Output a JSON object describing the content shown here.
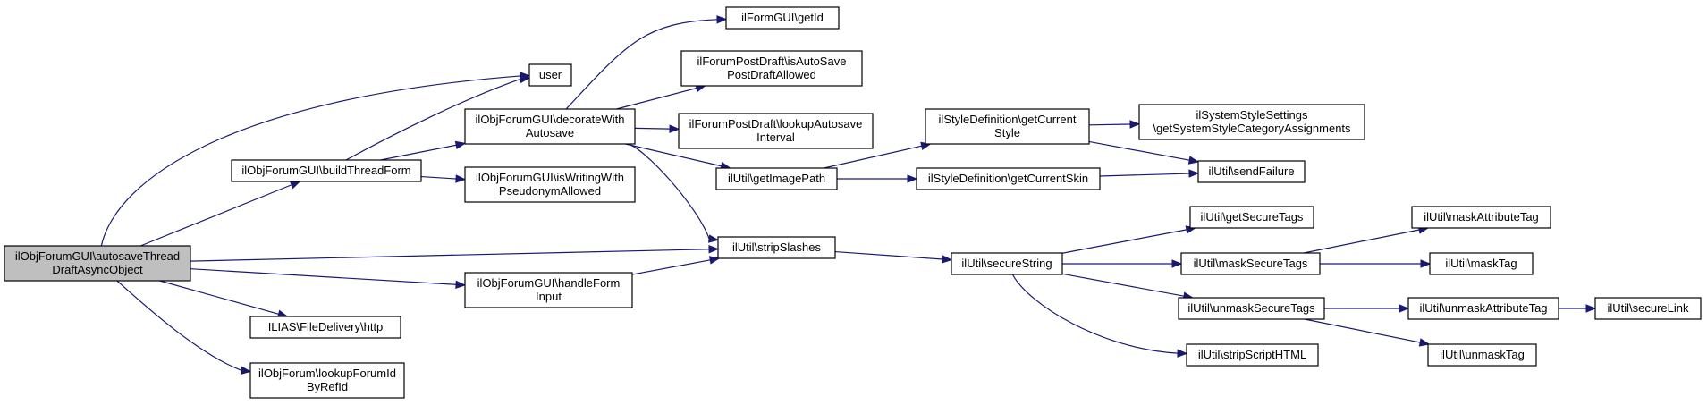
{
  "nodes": [
    {
      "id": "root",
      "lines": [
        "ilObjForumGUI\\autosaveThread",
        "DraftAsyncObject"
      ],
      "root": true
    },
    {
      "id": "user",
      "lines": [
        "user"
      ]
    },
    {
      "id": "buildThreadForm",
      "lines": [
        "ilObjForumGUI\\buildThreadForm"
      ]
    },
    {
      "id": "decorateWithAutosave",
      "lines": [
        "ilObjForumGUI\\decorateWith",
        "Autosave"
      ]
    },
    {
      "id": "isWritingWithPseudonymAllowed",
      "lines": [
        "ilObjForumGUI\\isWritingWith",
        "PseudonymAllowed"
      ]
    },
    {
      "id": "handleFormInput",
      "lines": [
        "ilObjForumGUI\\handleForm",
        "Input"
      ]
    },
    {
      "id": "fileDeliveryHttp",
      "lines": [
        "ILIAS\\FileDelivery\\http"
      ]
    },
    {
      "id": "lookupForumIdByRefId",
      "lines": [
        "ilObjForum\\lookupForumId",
        "ByRefId"
      ]
    },
    {
      "id": "formGetId",
      "lines": [
        "ilFormGUI\\getId"
      ]
    },
    {
      "id": "isAutoSavePostDraftAllowed",
      "lines": [
        "ilForumPostDraft\\isAutoSave",
        "PostDraftAllowed"
      ]
    },
    {
      "id": "lookupAutosaveInterval",
      "lines": [
        "ilForumPostDraft\\lookupAutosave",
        "Interval"
      ]
    },
    {
      "id": "getImagePath",
      "lines": [
        "ilUtil\\getImagePath"
      ]
    },
    {
      "id": "stripSlashes",
      "lines": [
        "ilUtil\\stripSlashes"
      ]
    },
    {
      "id": "getCurrentStyle",
      "lines": [
        "ilStyleDefinition\\getCurrent",
        "Style"
      ]
    },
    {
      "id": "getCurrentSkin",
      "lines": [
        "ilStyleDefinition\\getCurrentSkin"
      ]
    },
    {
      "id": "secureString",
      "lines": [
        "ilUtil\\secureString"
      ]
    },
    {
      "id": "getSystemStyleCategoryAssignments",
      "lines": [
        "ilSystemStyleSettings",
        "\\getSystemStyleCategoryAssignments"
      ]
    },
    {
      "id": "sendFailure",
      "lines": [
        "ilUtil\\sendFailure"
      ]
    },
    {
      "id": "getSecureTags",
      "lines": [
        "ilUtil\\getSecureTags"
      ]
    },
    {
      "id": "maskSecureTags",
      "lines": [
        "ilUtil\\maskSecureTags"
      ]
    },
    {
      "id": "unmaskSecureTags",
      "lines": [
        "ilUtil\\unmaskSecureTags"
      ]
    },
    {
      "id": "stripScriptHTML",
      "lines": [
        "ilUtil\\stripScriptHTML"
      ]
    },
    {
      "id": "maskAttributeTag",
      "lines": [
        "ilUtil\\maskAttributeTag"
      ]
    },
    {
      "id": "maskTag",
      "lines": [
        "ilUtil\\maskTag"
      ]
    },
    {
      "id": "unmaskAttributeTag",
      "lines": [
        "ilUtil\\unmaskAttributeTag"
      ]
    },
    {
      "id": "unmaskTag",
      "lines": [
        "ilUtil\\unmaskTag"
      ]
    },
    {
      "id": "secureLink",
      "lines": [
        "ilUtil\\secureLink"
      ]
    }
  ],
  "edges": [
    {
      "from": "root",
      "to": "user"
    },
    {
      "from": "root",
      "to": "buildThreadForm"
    },
    {
      "from": "root",
      "to": "stripSlashes"
    },
    {
      "from": "root",
      "to": "handleFormInput"
    },
    {
      "from": "root",
      "to": "fileDeliveryHttp"
    },
    {
      "from": "root",
      "to": "lookupForumIdByRefId"
    },
    {
      "from": "buildThreadForm",
      "to": "user"
    },
    {
      "from": "buildThreadForm",
      "to": "decorateWithAutosave"
    },
    {
      "from": "buildThreadForm",
      "to": "isWritingWithPseudonymAllowed"
    },
    {
      "from": "decorateWithAutosave",
      "to": "formGetId"
    },
    {
      "from": "decorateWithAutosave",
      "to": "isAutoSavePostDraftAllowed"
    },
    {
      "from": "decorateWithAutosave",
      "to": "lookupAutosaveInterval"
    },
    {
      "from": "decorateWithAutosave",
      "to": "getImagePath"
    },
    {
      "from": "decorateWithAutosave",
      "to": "stripSlashes"
    },
    {
      "from": "handleFormInput",
      "to": "stripSlashes"
    },
    {
      "from": "getImagePath",
      "to": "getCurrentStyle"
    },
    {
      "from": "getImagePath",
      "to": "getCurrentSkin"
    },
    {
      "from": "getCurrentStyle",
      "to": "getSystemStyleCategoryAssignments"
    },
    {
      "from": "getCurrentStyle",
      "to": "sendFailure"
    },
    {
      "from": "getCurrentSkin",
      "to": "sendFailure"
    },
    {
      "from": "stripSlashes",
      "to": "secureString"
    },
    {
      "from": "secureString",
      "to": "getSecureTags"
    },
    {
      "from": "secureString",
      "to": "maskSecureTags"
    },
    {
      "from": "secureString",
      "to": "unmaskSecureTags"
    },
    {
      "from": "secureString",
      "to": "stripScriptHTML"
    },
    {
      "from": "maskSecureTags",
      "to": "maskAttributeTag"
    },
    {
      "from": "maskSecureTags",
      "to": "maskTag"
    },
    {
      "from": "unmaskSecureTags",
      "to": "unmaskAttributeTag"
    },
    {
      "from": "unmaskSecureTags",
      "to": "unmaskTag"
    },
    {
      "from": "unmaskAttributeTag",
      "to": "secureLink"
    }
  ]
}
